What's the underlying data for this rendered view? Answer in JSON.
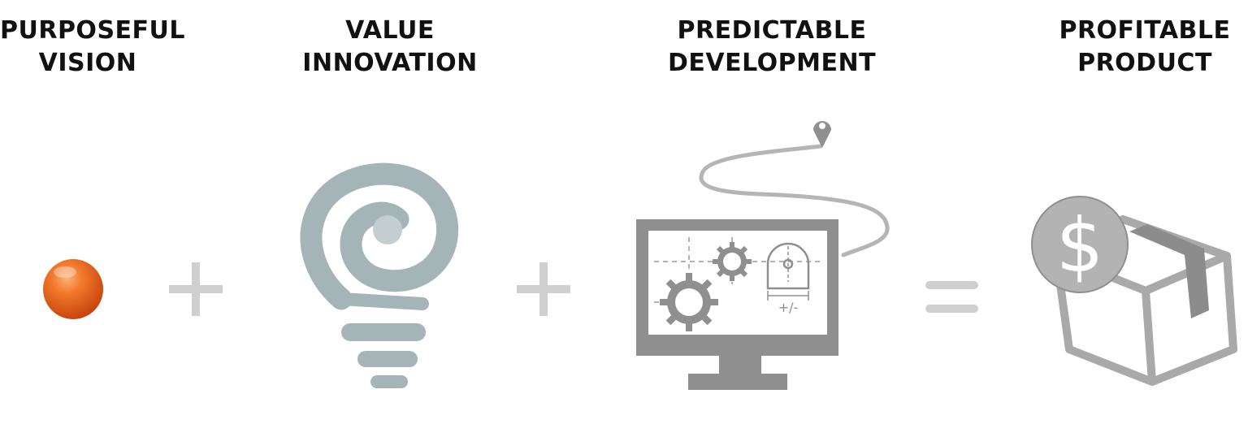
{
  "columns": [
    {
      "line1": "PURPOSEFUL",
      "line2": "VISION"
    },
    {
      "line1": "VALUE",
      "line2": "INNOVATION"
    },
    {
      "line1": "PREDICTABLE",
      "line2": "DEVELOPMENT"
    },
    {
      "line1": "PROFITABLE",
      "line2": "PRODUCT"
    }
  ],
  "operators": [
    "+",
    "+",
    "="
  ],
  "tolerance_label": "+/-",
  "currency_symbol": "$",
  "colors": {
    "text": "#111111",
    "orange": "#e2561a",
    "operator": "#cfcfcf",
    "bulb": "#a5b4b7",
    "bulb_center": "#c3ced0",
    "icon_gray": "#8f8f8f",
    "path_gray": "#b5b5b5",
    "coin": "#b3b3b3",
    "box": "#a9a9a9",
    "tape": "#8c8c8c"
  }
}
